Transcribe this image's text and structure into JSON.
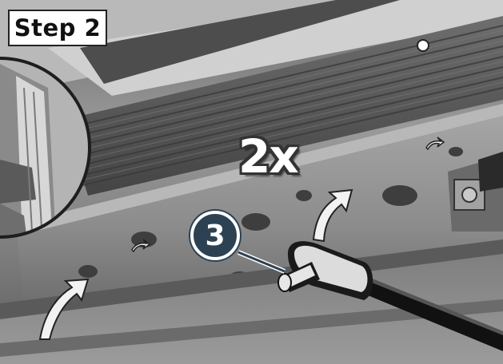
{
  "step_label": "Step 2",
  "quantity_label": "2x",
  "callout_number": "3",
  "colors": {
    "callout_fill": "#2c4253",
    "arrow_fill": "#f2f2f2",
    "frame_dark": "#3a3a3a"
  },
  "icons": [
    "curved-arrow-icon",
    "hex-key-tool",
    "detail-magnifier"
  ]
}
